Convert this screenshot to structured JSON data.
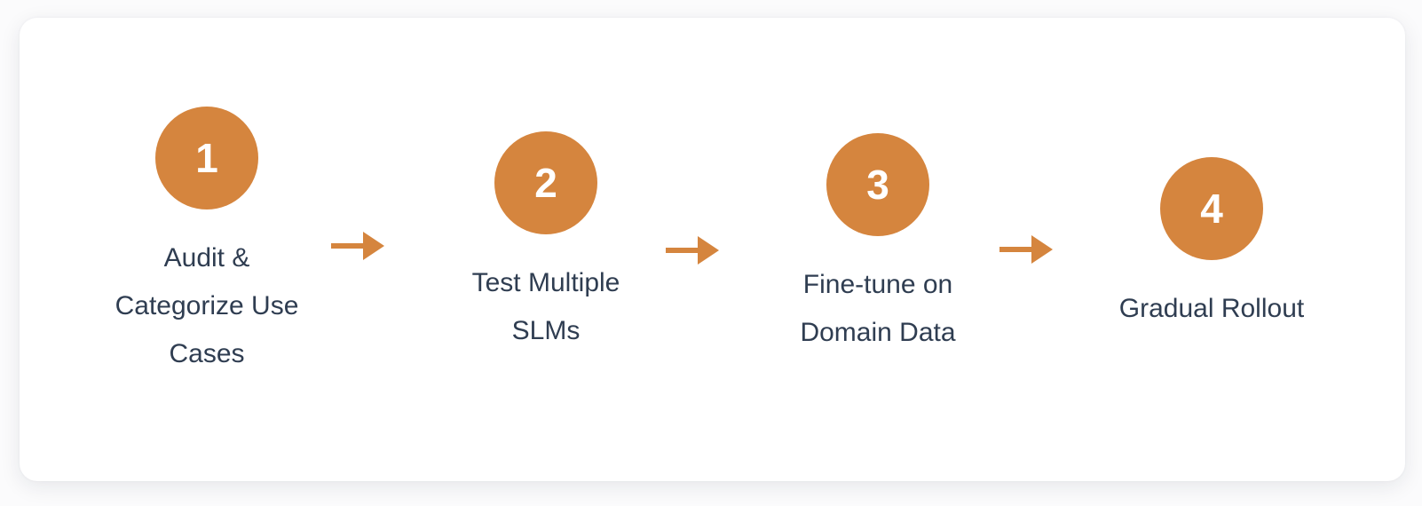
{
  "diagram": {
    "type": "process-flow",
    "steps": [
      {
        "number": "1",
        "label_lines": [
          "Audit &",
          "Categorize Use",
          "Cases"
        ]
      },
      {
        "number": "2",
        "label_lines": [
          "Test Multiple",
          "SLMs"
        ]
      },
      {
        "number": "3",
        "label_lines": [
          "Fine-tune on",
          "Domain Data"
        ]
      },
      {
        "number": "4",
        "label_lines": [
          "Gradual Rollout"
        ]
      }
    ],
    "connector_icon": "arrow-right-icon"
  },
  "colors": {
    "accent": "#d5853e",
    "label": "#2f3d51",
    "number": "#ffffff",
    "card_bg": "#ffffff",
    "page_bg": "#fbfbfc"
  }
}
